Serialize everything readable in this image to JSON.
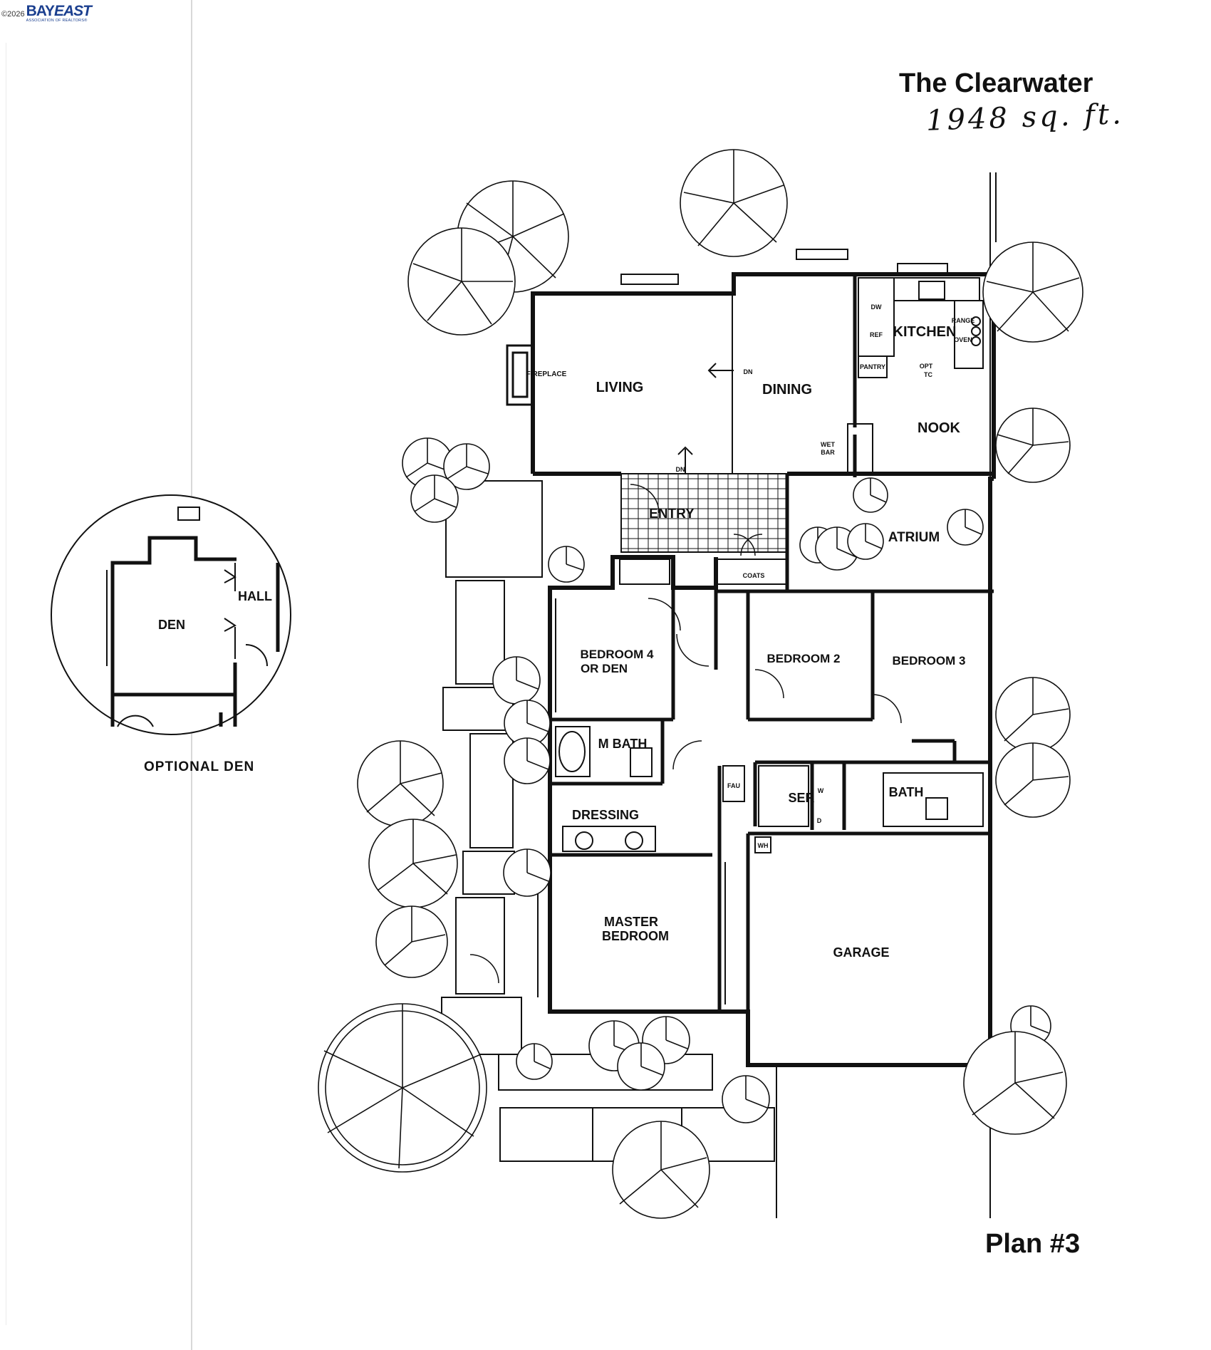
{
  "watermark": {
    "copyright": "©2026",
    "brand_bay": "BAY",
    "brand_east": "EAST",
    "brand_sub": "ASSOCIATION OF REALTORS®"
  },
  "header": {
    "title": "The Clearwater",
    "handwritten_area": "1948 sq. ft."
  },
  "footer": {
    "plan_number": "Plan #3"
  },
  "optional_den": {
    "caption": "OPTIONAL DEN",
    "rooms": {
      "den": "DEN",
      "hall": "HALL"
    }
  },
  "rooms": {
    "living": "LIVING",
    "dining": "DINING",
    "kitchen": "KITCHEN",
    "nook": "NOOK",
    "entry": "ENTRY",
    "atrium": "ATRIUM",
    "bedroom4_line1": "BEDROOM 4",
    "bedroom4_line2": "OR DEN",
    "bedroom2": "BEDROOM 2",
    "bedroom3": "BEDROOM 3",
    "mbath": "M BATH",
    "dressing": "DRESSING",
    "master_line1": "MASTER",
    "master_line2": "BEDROOM",
    "garage": "GARAGE",
    "bath": "BATH",
    "ser": "SER"
  },
  "fixtures": {
    "fireplace": "FIREPLACE",
    "dn_living": "DN",
    "dn_entry": "DN",
    "wet": "WET",
    "bar": "BAR",
    "ref": "REF",
    "dw": "DW",
    "range": "RANGE",
    "oven": "OVEN",
    "pantry": "PANTRY",
    "opt": "OPT",
    "tc": "TC",
    "coats": "COATS",
    "fau": "FAU",
    "wh": "WH",
    "w": "W",
    "d": "D"
  },
  "colors": {
    "ink": "#111111",
    "paper": "#ffffff",
    "fold": "#d8d8d8",
    "brand": "#1b3f8f"
  }
}
